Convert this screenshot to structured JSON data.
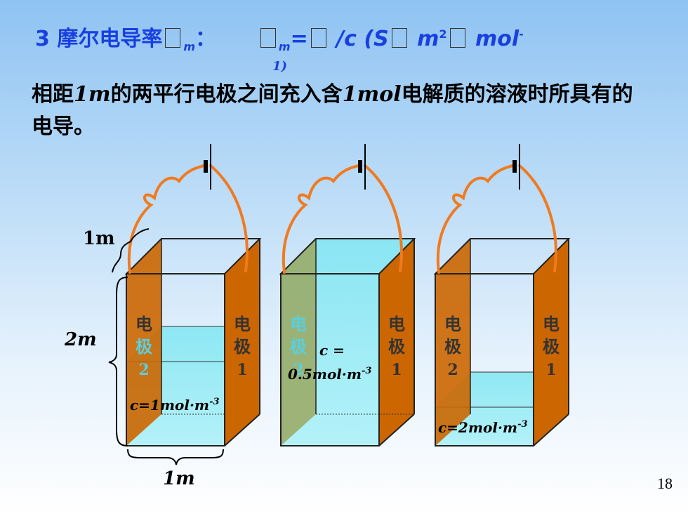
{
  "title": {
    "number": "3 ",
    "heading": "摩尔电导率",
    "sub_m": "m",
    "colon": "：",
    "eq": "=",
    "over_c": "/c (",
    "unit_S": "S",
    "unit_m": "m",
    "unit_m_exp": "2",
    "unit_mol": "mol",
    "unit_mol_exp": "-",
    "unit_tail": "1)"
  },
  "description": {
    "part1": "相距",
    "dist": "1m",
    "part2": "的两平行电极之间充入含",
    "amount": "1mol",
    "part3": "电解质的溶液时所具有的电导。"
  },
  "diagram": {
    "width_label": "1m",
    "height_label": "2m",
    "depth_label": "1m",
    "electrode_char1": "电",
    "electrode_char2": "极",
    "electrode_left_num": "2",
    "electrode_right_num": "1",
    "tank1_conc": "c=1mol·m",
    "tank1_conc_exp": "-3",
    "tank2_conc_line1": "c =",
    "tank2_conc_line2": "0.5mol·m",
    "tank2_conc_exp": "-3",
    "tank3_conc": "c=2mol·m",
    "tank3_conc_exp": "-3",
    "colors": {
      "electrode": "#cc6600",
      "solution": "#7fe6f2",
      "wire": "#f07a20",
      "text_blue": "#1a3fe0",
      "electrode_text_cyan": "#59cfe0"
    }
  },
  "page_number": "18"
}
